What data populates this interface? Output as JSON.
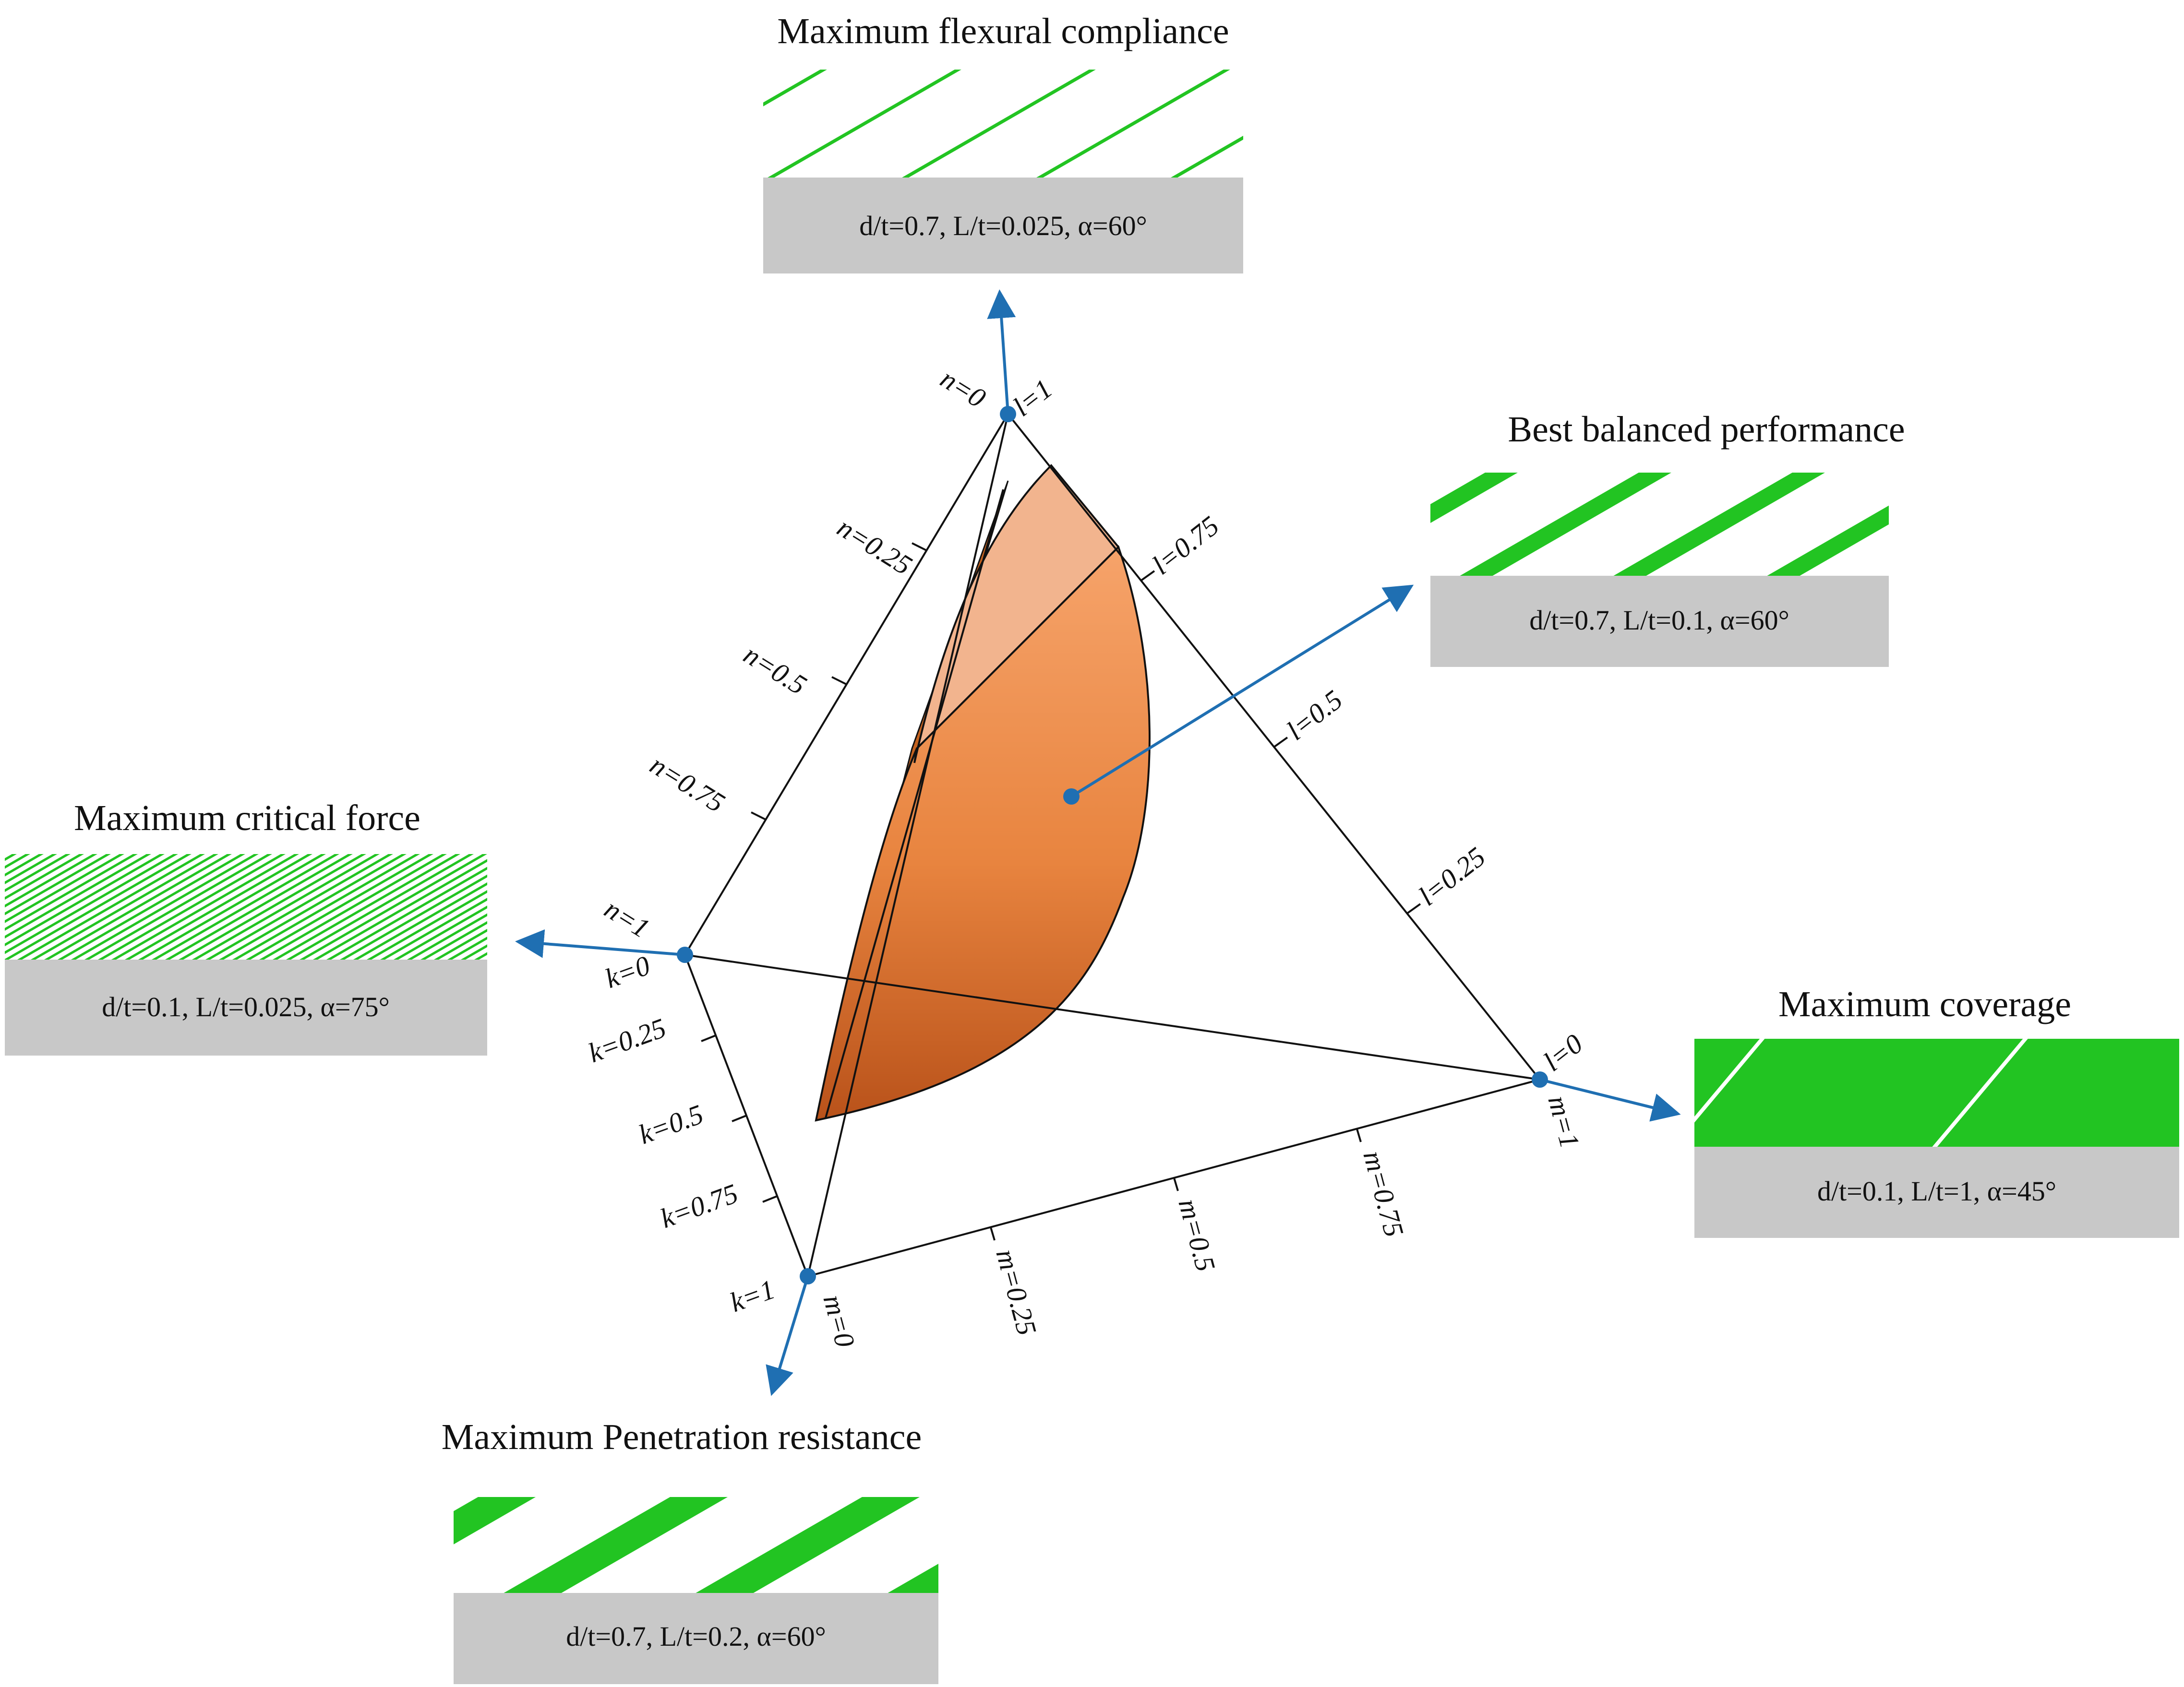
{
  "panels": [
    {
      "id": "flexural",
      "title": "Maximum flexural compliance",
      "params": "d/t=0.7, L/t=0.025, α=60°",
      "stripe": "thin",
      "color": "#22c422"
    },
    {
      "id": "balanced",
      "title": "Best balanced performance",
      "params": "d/t=0.7, L/t=0.1, α=60°",
      "stripe": "medium",
      "color": "#22c422"
    },
    {
      "id": "critical",
      "title": "Maximum critical force",
      "params": "d/t=0.1, L/t=0.025, α=75°",
      "stripe": "dense",
      "color": "#22c422"
    },
    {
      "id": "coverage",
      "title": "Maximum coverage",
      "params": "d/t=0.1, L/t=1, α=45°",
      "stripe": "solid",
      "color": "#22c422"
    },
    {
      "id": "penetration",
      "title": "Maximum Penetration resistance",
      "params": "d/t=0.7, L/t=0.2, α=60°",
      "stripe": "wide",
      "color": "#22c422"
    }
  ],
  "vertices": [
    {
      "id": "top",
      "labels": [
        "n=0",
        "l=1"
      ]
    },
    {
      "id": "left",
      "labels": [
        "n=1",
        "k=0"
      ]
    },
    {
      "id": "bottom",
      "labels": [
        "k=1",
        "m=0"
      ]
    },
    {
      "id": "right",
      "labels": [
        "l=0",
        "m=1"
      ]
    }
  ],
  "axis_ticks": {
    "n": [
      "n=0.25",
      "n=0.5",
      "n=0.75"
    ],
    "l": [
      "l=0.75",
      "l=0.5",
      "l=0.25"
    ],
    "k": [
      "k=0.25",
      "k=0.5",
      "k=0.75"
    ],
    "m": [
      "m=0.25",
      "m=0.5",
      "m=0.75"
    ]
  },
  "colors": {
    "arrow": "#1f6fb2",
    "surface_light": "#f2b48e",
    "surface_dark": "#b9521a",
    "gray_box": "#c8c8c8",
    "stripe_green": "#22c422"
  }
}
